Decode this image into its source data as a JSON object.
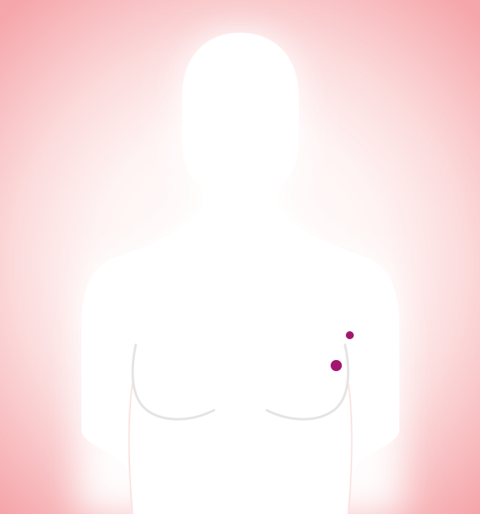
{
  "colors": {
    "background_edge": "#f5a3a8",
    "background_mid": "#fbd3d5",
    "background_glow": "#ffffff",
    "body": "#ffffff",
    "breast_outline": "#e6e6e6",
    "marker": "#a3166f"
  },
  "figure": {
    "kind": "female-upper-body-silhouette",
    "markers": [
      {
        "name": "upper-marker",
        "size": "small"
      },
      {
        "name": "lower-marker",
        "size": "large"
      }
    ]
  }
}
